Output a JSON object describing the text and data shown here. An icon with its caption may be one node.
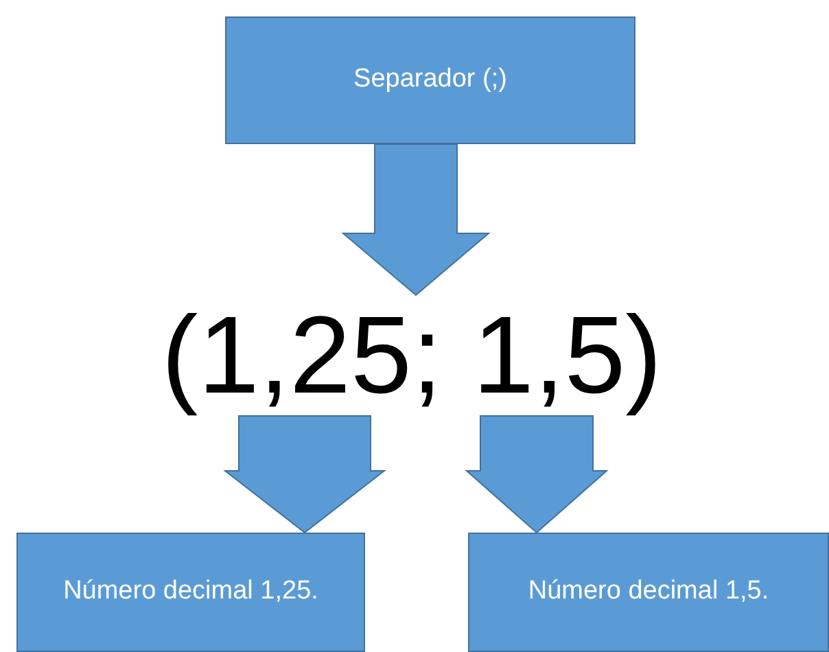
{
  "diagram": {
    "nodes": [
      {
        "text": [
          "Separador (;)"
        ]
      },
      {
        "text": [
          "(1,25; 1,5)"
        ]
      },
      {
        "text": [
          "Número decimal 1,25."
        ]
      },
      {
        "text": [
          "Número decimal 1,5."
        ]
      }
    ],
    "edges": [
      {
        "from": 0,
        "to": 1,
        "arrow": "to"
      },
      {
        "from": 1,
        "to": 2,
        "arrow": "to"
      },
      {
        "from": 1,
        "to": 3,
        "arrow": "to"
      }
    ]
  }
}
